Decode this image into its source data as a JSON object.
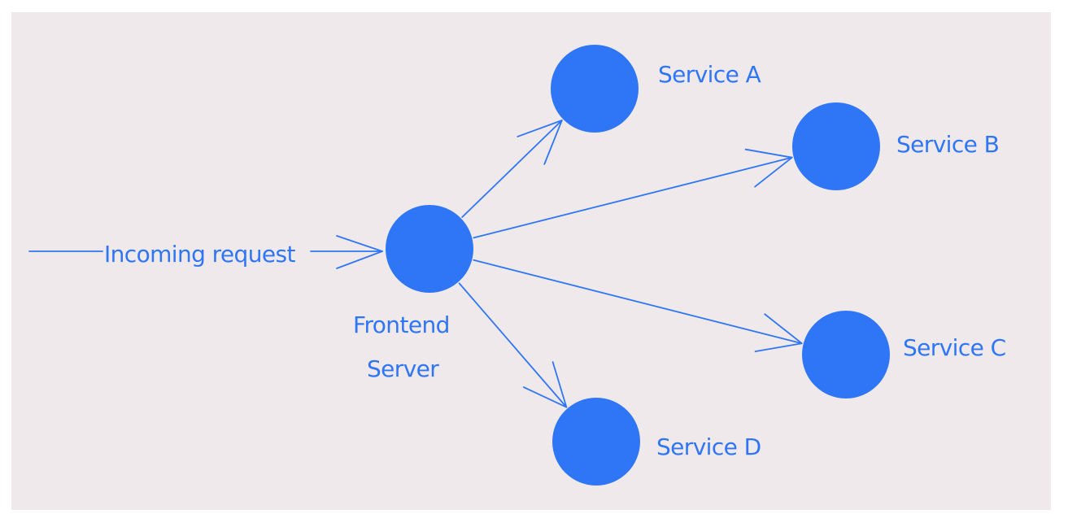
{
  "diagram": {
    "colors": {
      "canvas_background": "#efe9eb",
      "node_fill": "#2f76f6",
      "edge": "#2f76f6",
      "text": "#2f76f6"
    },
    "input": {
      "label": "Incoming request"
    },
    "nodes": [
      {
        "id": "frontend",
        "label_line1": "Frontend",
        "label_line2": "Server"
      },
      {
        "id": "service-a",
        "label": "Service A"
      },
      {
        "id": "service-b",
        "label": "Service B"
      },
      {
        "id": "service-c",
        "label": "Service C"
      },
      {
        "id": "service-d",
        "label": "Service D"
      }
    ],
    "edges": [
      {
        "from": "frontend",
        "to": "service-a"
      },
      {
        "from": "frontend",
        "to": "service-b"
      },
      {
        "from": "frontend",
        "to": "service-c"
      },
      {
        "from": "frontend",
        "to": "service-d"
      }
    ]
  }
}
